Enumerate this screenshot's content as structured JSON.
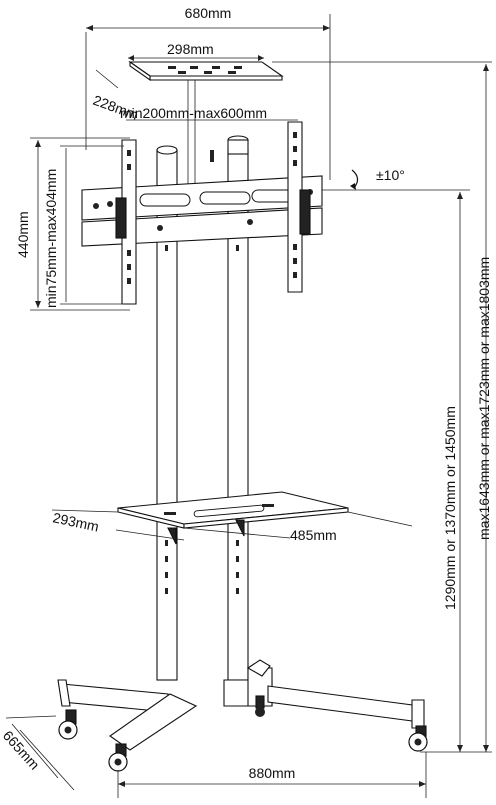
{
  "diagram": {
    "dimensions": {
      "overall_width": "680mm",
      "top_shelf_width": "298mm",
      "top_shelf_depth": "228mm",
      "vesa_horizontal": "min200mm-max600mm",
      "bracket_height": "440mm",
      "vesa_vertical": "min75mm-max404mm",
      "tilt": "±10°",
      "mount_height": "1290mm or 1370mm or 1450mm",
      "overall_height": "max1643mm or max1723mm or max1803mm",
      "shelf_depth": "293mm",
      "shelf_width": "485mm",
      "base_depth": "665mm",
      "base_width": "880mm"
    }
  }
}
